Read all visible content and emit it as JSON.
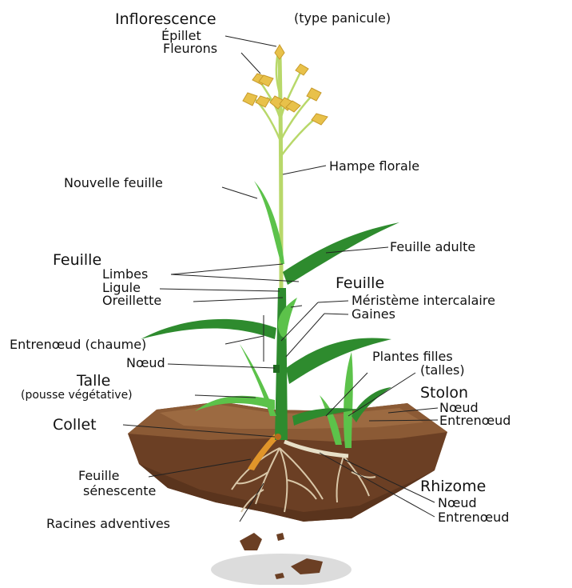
{
  "labels": {
    "inflorescence": "Inflorescence",
    "inflorescence_type": "(type panicule)",
    "epillet": "Épillet",
    "fleurons": "Fleurons",
    "hampe_florale": "Hampe florale",
    "nouvelle_feuille": "Nouvelle feuille",
    "feuille_adulte": "Feuille adulte",
    "feuille_left": "Feuille",
    "limbes": "Limbes",
    "ligule": "Ligule",
    "oreillette": "Oreillette",
    "feuille_right": "Feuille",
    "meristeme": "Méristème intercalaire",
    "gaines": "Gaines",
    "entrenoeud_chaume": "Entrenœud (chaume)",
    "noeud_left": "Nœud",
    "talle": "Talle",
    "talle_sub": "(pousse végétative)",
    "plantes_filles": "Plantes filles",
    "talles": "(talles)",
    "stolon": "Stolon",
    "stolon_noeud": "Nœud",
    "stolon_entrenoeud": "Entrenœud",
    "collet": "Collet",
    "feuille_senescente_1": "Feuille",
    "feuille_senescente_2": "sénescente",
    "rhizome": "Rhizome",
    "rhizome_noeud": "Nœud",
    "rhizome_entrenoeud": "Entrenœud",
    "racines_adventives": "Racines adventives"
  },
  "colors": {
    "leaf_dark": "#2e8b2e",
    "leaf_light": "#5cc24a",
    "stem": "#b8d86a",
    "flower": "#e8c14a",
    "soil_dark": "#6b3f24",
    "soil_mid": "#8b5a35",
    "soil_light": "#a9744a",
    "root": "#d9c7a8",
    "shadow": "#dcdcdc"
  }
}
